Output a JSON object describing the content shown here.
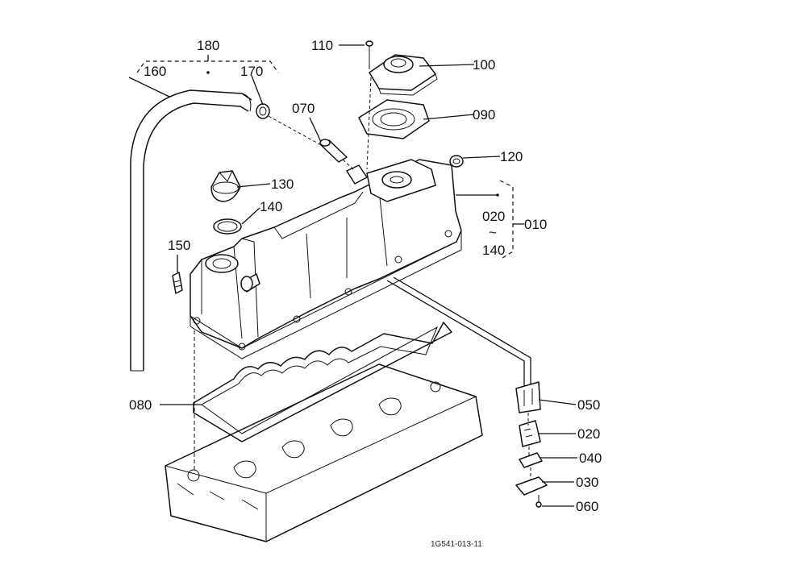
{
  "labels": {
    "l180": "180",
    "l160": "160",
    "l170": "170",
    "l110": "110",
    "l100": "100",
    "l090": "090",
    "l070": "070",
    "l120": "120",
    "l130": "130",
    "l140": "140",
    "l150": "150",
    "l020_range_top": "020",
    "l140_range_bottom": "140",
    "l010": "010",
    "l080": "080",
    "l050": "050",
    "l020": "020",
    "l040": "040",
    "l030": "030",
    "l060": "060"
  },
  "range_symbol": "~",
  "drawing_code": "1G541-013-11"
}
